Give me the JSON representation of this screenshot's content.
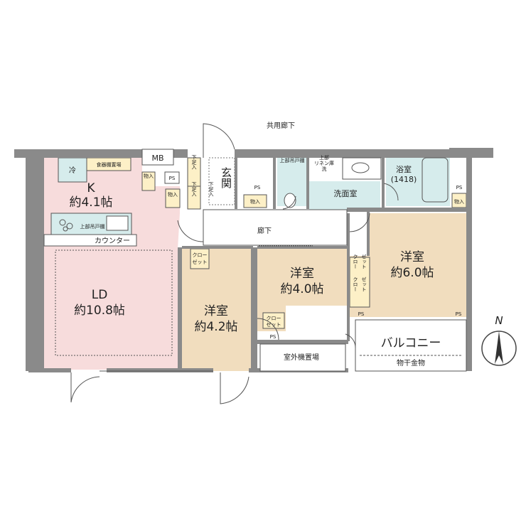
{
  "corridor_label": "共用廊下",
  "colors": {
    "kitchen_ld": "#f7dcdc",
    "western": "#f1ddbe",
    "water": "#d6ecec",
    "wall": "#8a8a8a"
  },
  "rooms": {
    "kitchen": {
      "name": "K",
      "size": "約4.1帖"
    },
    "ld": {
      "name": "LD",
      "size": "約10.8帖"
    },
    "western_a": {
      "name": "洋室",
      "size": "約4.2帖"
    },
    "western_b": {
      "name": "洋室",
      "size": "約4.0帖"
    },
    "western_c": {
      "name": "洋室",
      "size": "約6.0帖"
    },
    "bath": {
      "name": "浴室",
      "size": "(1418)"
    },
    "washroom": "洗面室",
    "entrance": "玄関",
    "hallway": "廊下",
    "balcony": "バルコニー",
    "ac_unit": "室外機置場",
    "laundry_pole": "物干金物"
  },
  "fixtures": {
    "fridge": "冷",
    "dish_shelf": "食器棚置場",
    "upper_cabinet": "上部吊戸棚",
    "counter": "カウンター",
    "mb": "MB",
    "ps": "PS",
    "storage": "物入",
    "shoe_box": [
      "下足入",
      "下足入",
      "下足入"
    ],
    "closet": [
      "クロー",
      "ゼット"
    ],
    "upper_cabinet_wc": "上部吊戸棚",
    "upper_linen": [
      "上部",
      "リネン庫",
      "洗"
    ]
  },
  "compass": "N"
}
